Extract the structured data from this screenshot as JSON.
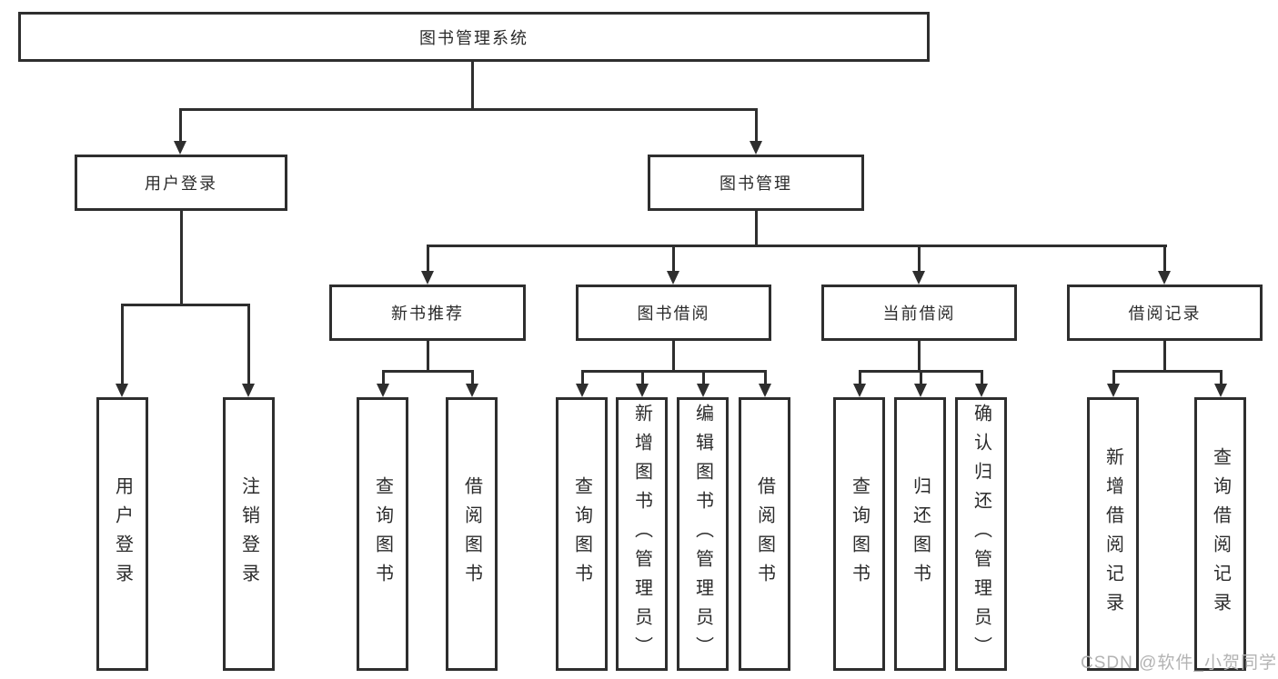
{
  "watermark": "CSDN @软件_小贺同学",
  "colors": {
    "line": "#2e2e2e",
    "label_text": "#2b2b2b",
    "watermark_text": "#b3b3b3",
    "background": "#ffffff"
  },
  "tree": {
    "root": {
      "label": "图书管理系统",
      "children": [
        {
          "label": "用户登录",
          "children": [
            {
              "label": "用户登录"
            },
            {
              "label": "注销登录"
            }
          ]
        },
        {
          "label": "图书管理",
          "children": [
            {
              "label": "新书推荐",
              "children": [
                {
                  "label": "查询图书"
                },
                {
                  "label": "借阅图书"
                }
              ]
            },
            {
              "label": "图书借阅",
              "children": [
                {
                  "label": "查询图书"
                },
                {
                  "label": "新增图书（管理员）"
                },
                {
                  "label": "编辑图书（管理员）"
                },
                {
                  "label": "借阅图书"
                }
              ]
            },
            {
              "label": "当前借阅",
              "children": [
                {
                  "label": "查询图书"
                },
                {
                  "label": "归还图书"
                },
                {
                  "label": "确认归还（管理员）"
                }
              ]
            },
            {
              "label": "借阅记录",
              "children": [
                {
                  "label": "新增借阅记录"
                },
                {
                  "label": "查询借阅记录"
                }
              ]
            }
          ]
        }
      ]
    }
  }
}
